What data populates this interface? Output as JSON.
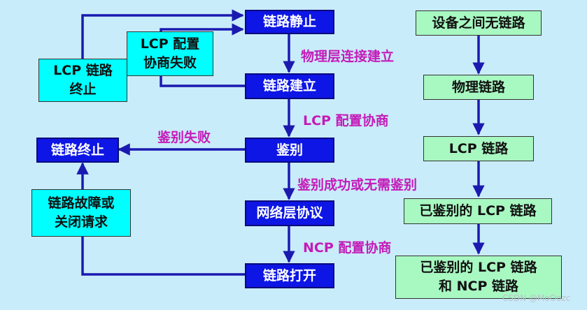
{
  "left_flow": {
    "link_dead": "链路静止",
    "link_establish": "链路建立",
    "authenticate": "鉴别",
    "network_layer": "网络层协议",
    "link_open": "链路打开",
    "link_terminate": "链路终止",
    "lcp_terminate": "LCP 链路\n终止",
    "lcp_config_fail": "LCP 配置\n协商失败",
    "fault_or_close": "链路故障或\n关闭请求"
  },
  "labels": {
    "physical_up": "物理层连接建立",
    "lcp_negotiate": "LCP 配置协商",
    "auth_fail": "鉴别失败",
    "auth_ok": "鉴别成功或无需鉴别",
    "ncp_negotiate": "NCP 配置协商"
  },
  "right_flow": {
    "no_link": "设备之间无链路",
    "physical": "物理链路",
    "lcp_link": "LCP 链路",
    "authed_lcp": "已鉴别的 LCP 链路",
    "authed_lcp_ncp": "已鉴别的 LCP 链路\n和 NCP 链路"
  },
  "watermark": "CSDN @MoOozc",
  "colors": {
    "background": "#c9ecfa",
    "state_box": "#0d16e4",
    "cyan_box": "#00ffff",
    "green_box": "#a8f8c2",
    "label_text": "#c41bb8",
    "arrow": "#1a1ab0"
  }
}
